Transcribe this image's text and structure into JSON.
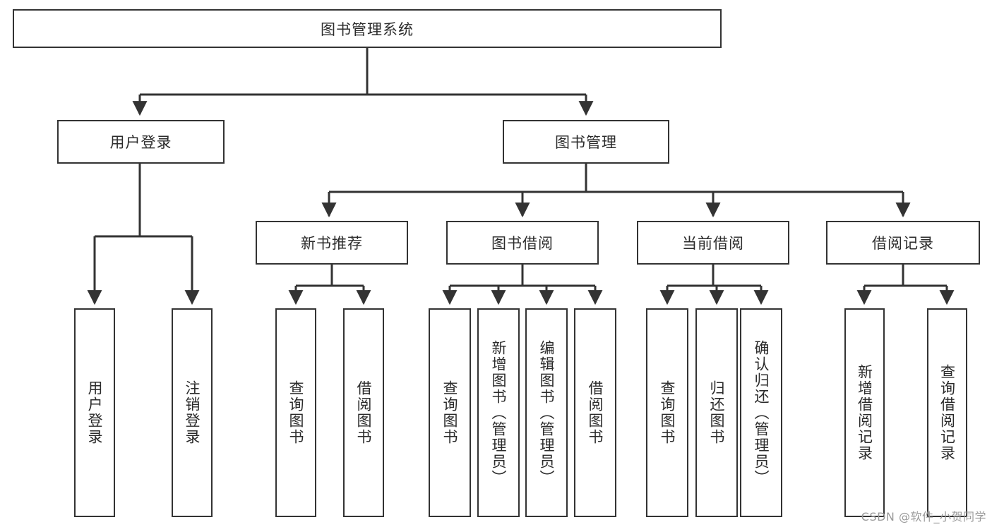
{
  "diagram": {
    "title": "图书管理系统",
    "type": "tree-hierarchy",
    "watermark": "CSDN @软件_小贺同学",
    "colors": {
      "box_border": "#333333",
      "box_fill": "#ffffff",
      "connector": "#333333",
      "text": "#2b2b2b",
      "watermark": "#9a9a9a"
    },
    "nodes": {
      "root": {
        "label": "图书管理系统",
        "orientation": "horizontal"
      },
      "level2": [
        {
          "id": "user-login",
          "label": "用户登录",
          "orientation": "horizontal"
        },
        {
          "id": "book-manage",
          "label": "图书管理",
          "orientation": "horizontal"
        }
      ],
      "level3": [
        {
          "id": "new-book-recommend",
          "label": "新书推荐",
          "orientation": "horizontal"
        },
        {
          "id": "book-borrow",
          "label": "图书借阅",
          "orientation": "horizontal"
        },
        {
          "id": "current-borrow",
          "label": "当前借阅",
          "orientation": "horizontal"
        },
        {
          "id": "borrow-record",
          "label": "借阅记录",
          "orientation": "horizontal"
        }
      ],
      "leaves": {
        "user-login": [
          {
            "id": "leaf-user-login",
            "label": "用户登录",
            "orientation": "vertical"
          },
          {
            "id": "leaf-logout-login",
            "label": "注销登录",
            "orientation": "vertical"
          }
        ],
        "new-book-recommend": [
          {
            "id": "leaf-query-book-1",
            "label": "查询图书",
            "orientation": "vertical"
          },
          {
            "id": "leaf-borrow-book-1",
            "label": "借阅图书",
            "orientation": "vertical"
          }
        ],
        "book-borrow": [
          {
            "id": "leaf-query-book-2",
            "label": "查询图书",
            "orientation": "vertical"
          },
          {
            "id": "leaf-add-book",
            "label": "新增图书（管理员）",
            "orientation": "vertical"
          },
          {
            "id": "leaf-edit-book",
            "label": "编辑图书（管理员）",
            "orientation": "vertical"
          },
          {
            "id": "leaf-borrow-book-2",
            "label": "借阅图书",
            "orientation": "vertical"
          }
        ],
        "current-borrow": [
          {
            "id": "leaf-query-book-3",
            "label": "查询图书",
            "orientation": "vertical"
          },
          {
            "id": "leaf-return-book",
            "label": "归还图书",
            "orientation": "vertical"
          },
          {
            "id": "leaf-confirm-return",
            "label": "确认归还（管理员）",
            "orientation": "vertical"
          }
        ],
        "borrow-record": [
          {
            "id": "leaf-add-record",
            "label": "新增借阅记录",
            "orientation": "vertical"
          },
          {
            "id": "leaf-query-record",
            "label": "查询借阅记录",
            "orientation": "vertical"
          }
        ]
      }
    }
  }
}
